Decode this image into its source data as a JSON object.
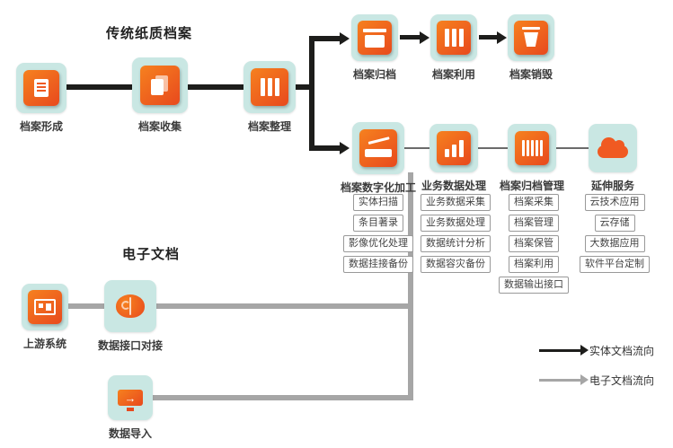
{
  "titles": {
    "paper": "传统纸质档案",
    "electronic": "电子文档"
  },
  "nodes": {
    "form": "档案形成",
    "collect": "档案收集",
    "organize": "档案整理",
    "file": "档案归档",
    "use": "档案利用",
    "destroy": "档案销毁",
    "digitize": "档案数字化加工",
    "business": "业务数据处理",
    "manage": "档案归档管理",
    "extend": "延伸服务",
    "upstream": "上游系统",
    "interface": "数据接口对接",
    "import": "数据导入"
  },
  "lists": {
    "digitize": [
      "实体扫描",
      "条目著录",
      "影像优化处理",
      "数据挂接备份"
    ],
    "business": [
      "业务数据采集",
      "业务数据处理",
      "数据统计分析",
      "数据容灾备份"
    ],
    "manage": [
      "档案采集",
      "档案管理",
      "档案保管",
      "档案利用",
      "数据输出接口"
    ],
    "extend": [
      "云技术应用",
      "云存储",
      "大数据应用",
      "软件平台定制"
    ]
  },
  "legend": {
    "physical": "实体文档流向",
    "electronic": "电子文档流向"
  },
  "colors": {
    "orange": "#f05a22",
    "teal": "#c9e7e3",
    "line_black": "#1d1d1b",
    "line_gray": "#a6a6a6"
  }
}
